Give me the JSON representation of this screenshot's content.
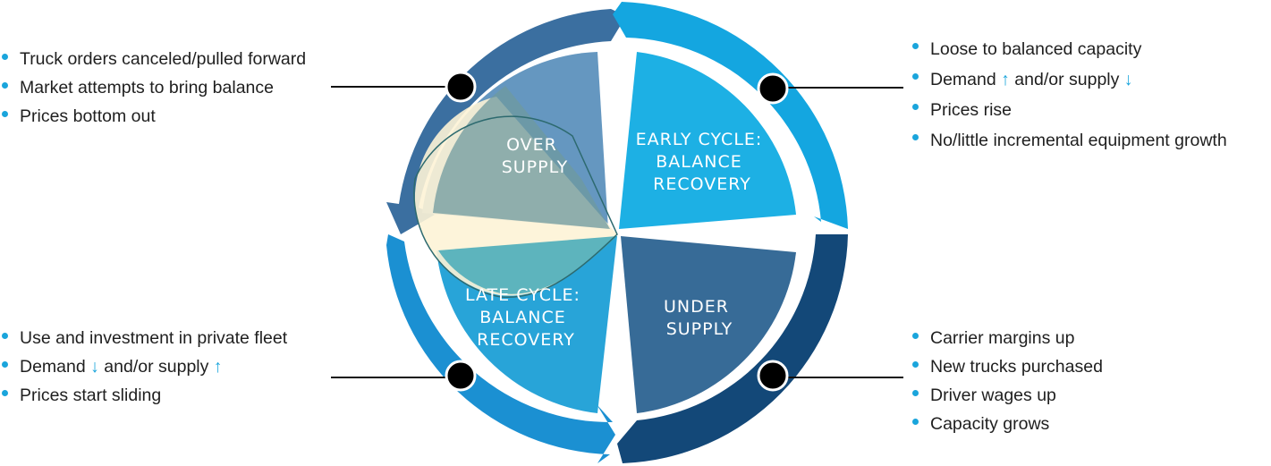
{
  "colors": {
    "ring_top_left": "#3b6fa0",
    "ring_top_right": "#14a6e0",
    "ring_bottom_left": "#1b90d2",
    "ring_bottom_right": "#134878",
    "oversupply": "#6597c0",
    "early_cycle": "#1db0e4",
    "late_cycle": "#28a4d8",
    "undersupply": "#376b97",
    "highlight": "#fdf3d6",
    "bullet": "#1aa5dc"
  },
  "quadrants": {
    "oversupply": [
      "OVER",
      "SUPPLY"
    ],
    "early_cycle": [
      "EARLY CYCLE:",
      "BALANCE",
      "RECOVERY"
    ],
    "undersupply": [
      "UNDER",
      "SUPPLY"
    ],
    "late_cycle": [
      "LATE CYCLE:",
      "BALANCE",
      "RECOVERY"
    ]
  },
  "callouts": {
    "top_left": [
      {
        "text": "Truck orders canceled/pulled forward"
      },
      {
        "text": "Market attempts to bring balance"
      },
      {
        "text": "Prices bottom out"
      }
    ],
    "top_right": [
      {
        "text": "Loose to balanced capacity"
      },
      {
        "pre": "Demand ",
        "arrow1": "↑",
        "mid": " and/or supply ",
        "arrow2": "↓"
      },
      {
        "text": "Prices rise"
      },
      {
        "text": "No/little incremental equipment growth"
      }
    ],
    "bottom_left": [
      {
        "text": "Use and investment in private fleet"
      },
      {
        "pre": "Demand ",
        "arrow1": "↓",
        "mid": " and/or supply ",
        "arrow2": "↑"
      },
      {
        "text": "Prices start sliding"
      }
    ],
    "bottom_right": [
      {
        "text": "Carrier margins up"
      },
      {
        "text": "New trucks purchased"
      },
      {
        "text": "Driver wages up"
      },
      {
        "text": "Capacity grows"
      }
    ]
  }
}
